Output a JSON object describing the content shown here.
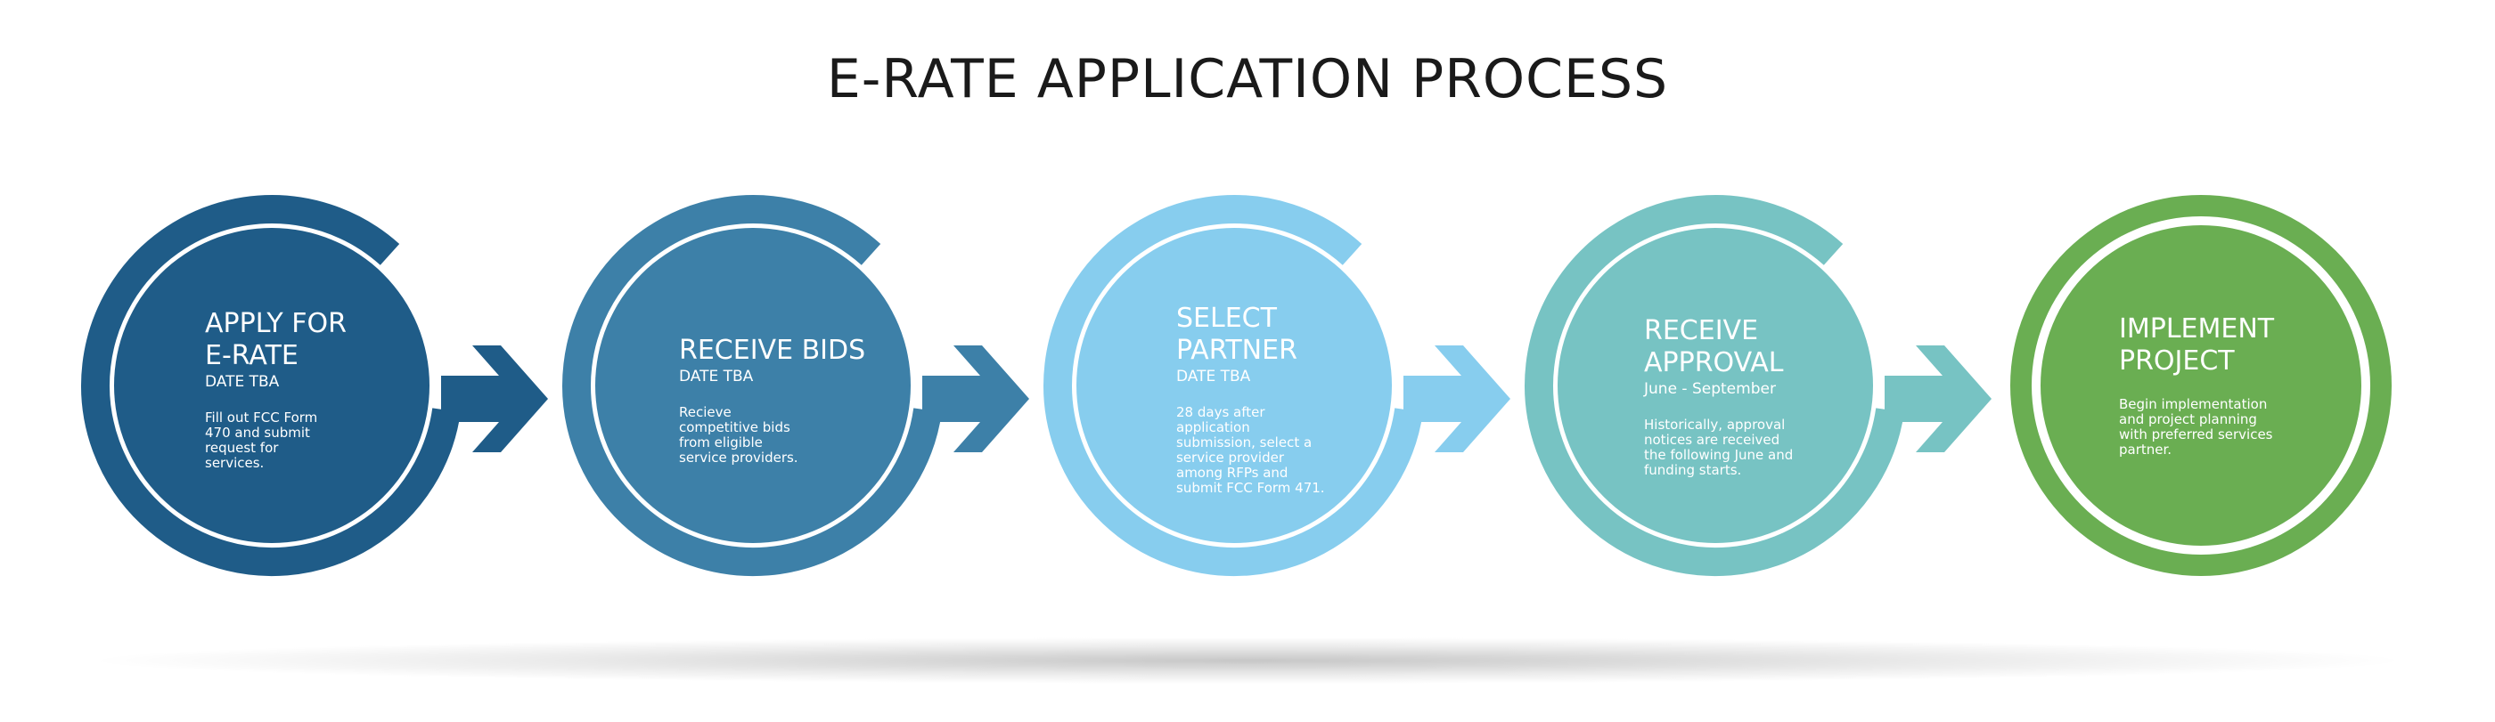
{
  "title": "E-RATE APPLICATION PROCESS",
  "colors": {
    "step1": "#1f5c88",
    "step2": "#3d80a8",
    "step3": "#87cdee",
    "step4": "#77c3c3",
    "step5": "#6aae52"
  },
  "steps": [
    {
      "heading": "APPLY FOR\nE-RATE",
      "date": "DATE TBA",
      "description": "Fill out FCC Form\n470 and submit\nrequest for\nservices."
    },
    {
      "heading": "RECEIVE BIDS",
      "date": "DATE TBA",
      "description": "Recieve\ncompetitive bids\nfrom eligible\nservice providers."
    },
    {
      "heading": "SELECT\nPARTNER",
      "date": "DATE TBA",
      "description": "28 days after\napplication\nsubmission, select a\nservice provider\namong RFPs and\nsubmit FCC Form 471."
    },
    {
      "heading": "RECEIVE\nAPPROVAL",
      "date": "June - September",
      "description": "Historically, approval\nnotices are received\nthe following June and\nfunding starts."
    },
    {
      "heading": "IMPLEMENT\nPROJECT",
      "date": "",
      "description": "Begin implementation\nand project planning\nwith preferred services\npartner."
    }
  ]
}
